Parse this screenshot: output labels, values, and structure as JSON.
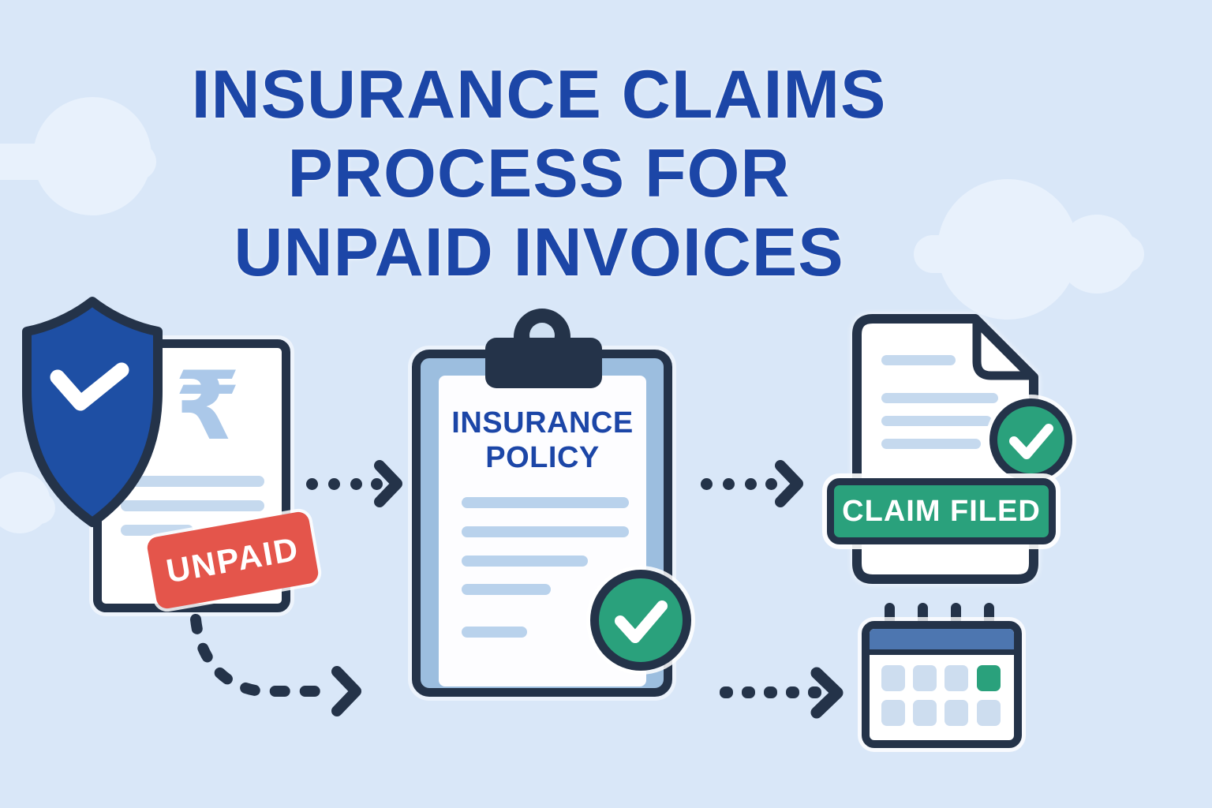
{
  "title": {
    "line1": "INSURANCE CLAIMS",
    "line2": "PROCESS FOR",
    "line3": "UNPAID INVOICES",
    "color": "#1c46a7"
  },
  "invoice": {
    "currency_symbol": "₹",
    "stamp_label": "UNPAID",
    "stamp_color": "#e4554b"
  },
  "policy": {
    "heading_line1": "INSURANCE",
    "heading_line2": "POLICY"
  },
  "claim": {
    "badge_label": "CLAIM FILED",
    "badge_color": "#2aa17c"
  },
  "colors": {
    "background": "#d9e7f8",
    "cloud": "#e8f1fc",
    "outline_navy": "#243349",
    "shield_blue": "#1e4fa4",
    "accent_green": "#2aa17c",
    "stamp_red": "#e4554b",
    "line_blue": "#c5d9ee",
    "clipboard_frame": "#9cbedf",
    "calendar_header_blue": "#4d76b0",
    "calendar_cell_blue": "#cdddef"
  },
  "icons": {
    "shield_check": "shield-with-checkmark",
    "rupee": "₹",
    "check": "✓",
    "dotted_arrow": "• • • ›",
    "calendar": "calendar-grid",
    "clipboard": "clipboard-with-clip",
    "document": "page-with-folded-corner"
  }
}
